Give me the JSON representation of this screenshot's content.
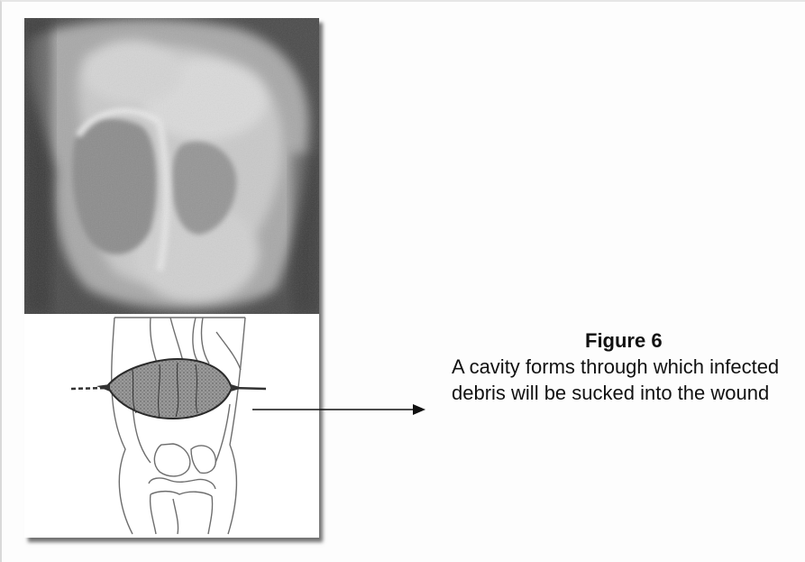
{
  "figure": {
    "title": "Figure 6",
    "caption": "A cavity forms through which infected debris will be sucked into the wound"
  },
  "images": {
    "xray": "x-ray-of-knee-joint",
    "drawing": "line-drawing-of-knee-with-cavity-and-drain-tube"
  },
  "colors": {
    "text": "#111111",
    "panel_shadow": "#555555",
    "cavity_fill": "#8a8a8a"
  }
}
